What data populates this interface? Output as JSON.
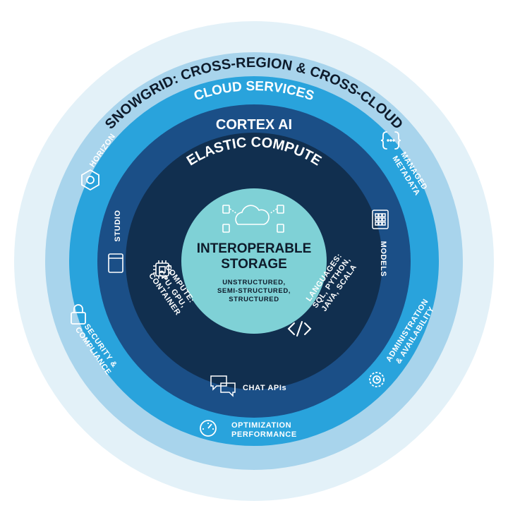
{
  "snowgrid": {
    "title": "SNOWGRID: CROSS-REGION & CROSS-CLOUD"
  },
  "cloud_services": {
    "title": "CLOUD SERVICES",
    "items": {
      "horizon": "HORIZON",
      "managed_metadata": [
        "MANAGED",
        "METADATA"
      ],
      "security": [
        "SECURITY &",
        "COMPLIANCE"
      ],
      "administration": [
        "ADMINISTRATION",
        "& AVAILABILITY"
      ],
      "optimization": [
        "OPTIMIZATION",
        "PERFORMANCE"
      ]
    }
  },
  "cortex_ai": {
    "title": "CORTEX AI",
    "items": {
      "studio": "STUDIO",
      "models": "MODELS",
      "chat_apis": "CHAT APIs"
    }
  },
  "elastic_compute": {
    "title": "ELASTIC COMPUTE",
    "compute": [
      "COMPUTE:",
      "CPU, GPU,",
      "CONTAINER"
    ],
    "languages": [
      "LANGUAGES:",
      "SQL, PYTHON,",
      "JAVA, SCALA"
    ]
  },
  "storage": {
    "title_line1": "INTEROPERABLE",
    "title_line2": "STORAGE",
    "types": [
      "UNSTRUCTURED,",
      "SEMI-STRUCTURED,",
      "STRUCTURED"
    ]
  },
  "colors": {
    "outer_halo": "#d7ecf6",
    "snowgrid_ring": "#a8d4ec",
    "cloud_ring": "#29a3dc",
    "cortex_ring": "#1b4f87",
    "compute_ring": "#112f4f",
    "storage_core": "#7fd1d6",
    "white": "#ffffff",
    "dark_text": "#0e1b2b"
  },
  "icons": {
    "horizon": "compass-hexagon-icon",
    "managed_metadata": "braces-dots-icon",
    "security": "padlock-icon",
    "administration": "gear-clock-icon",
    "optimization": "speedometer-icon",
    "studio": "window-icon",
    "models": "grid-icon",
    "chat_apis": "chat-bubbles-icon",
    "compute": "chip-icon",
    "languages": "code-tag-icon",
    "storage": "cloud-files-icon"
  }
}
